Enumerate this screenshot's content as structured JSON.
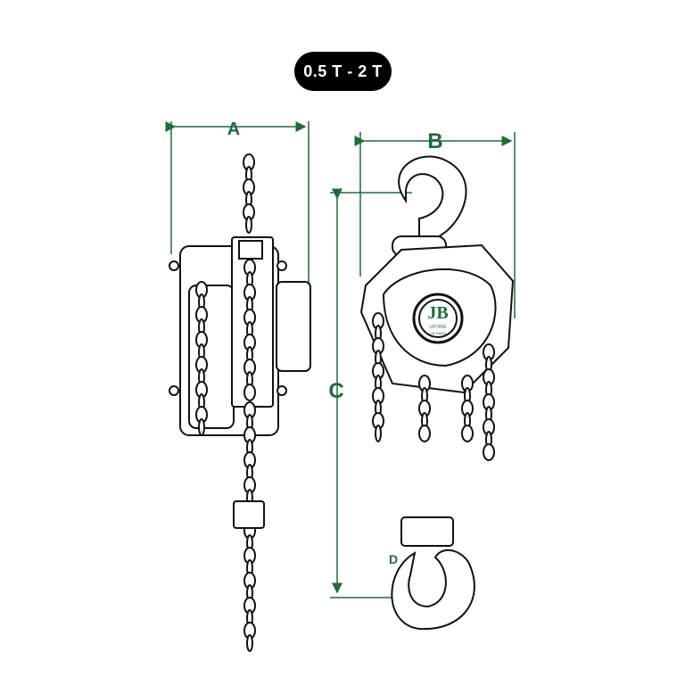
{
  "capacity_badge": "0.5 T - 2 T",
  "dimensions": {
    "a": "A",
    "b": "B",
    "c": "C",
    "d": "D"
  },
  "logo": {
    "text": "LIFTING",
    "tagline": "Lift Safety"
  },
  "colors": {
    "dimension": "#1f6b3b",
    "outline": "#111111",
    "badge": "#000000"
  }
}
